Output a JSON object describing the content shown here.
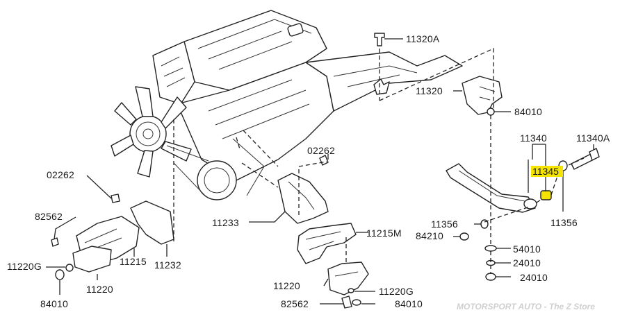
{
  "diagram": {
    "labels": {
      "l_11320A": "11320A",
      "l_11320": "11320",
      "l_84010_a": "84010",
      "l_02262_a": "02262",
      "l_11340": "11340",
      "l_11340A": "11340A",
      "l_11345": "11345",
      "l_02262_b": "02262",
      "l_82562_a": "82562",
      "l_11233": "11233",
      "l_11215M": "11215M",
      "l_11356_a": "11356",
      "l_11356_b": "11356",
      "l_84210": "84210",
      "l_54010": "54010",
      "l_24010_a": "24010",
      "l_24010_b": "24010",
      "l_11215": "11215",
      "l_11232": "11232",
      "l_11220G_a": "11220G",
      "l_11220_a": "11220",
      "l_84010_b": "84010",
      "l_11220_b": "11220",
      "l_11220G_b": "11220G",
      "l_82562_b": "82562",
      "l_84010_c": "84010"
    },
    "highlighted_part": "11345",
    "highlight_color": "#f5e400",
    "watermark": "MOTORSPORT AUTO - The Z Store"
  }
}
